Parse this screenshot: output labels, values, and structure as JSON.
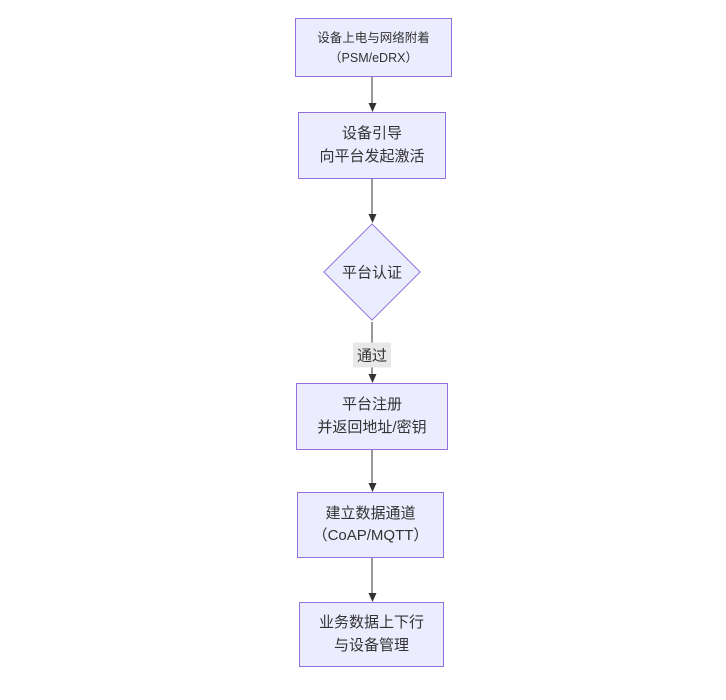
{
  "diagram": {
    "type": "flowchart",
    "direction": "top-down",
    "theme": {
      "background": "#ffffff",
      "node_fill": "#ECECFF",
      "node_border": "#9370DB",
      "edge_color": "#333333",
      "text_color": "#333333",
      "edge_label_bg": "#e8e8e8"
    },
    "nodes": [
      {
        "id": "power-on-attach",
        "shape": "rectangle",
        "lines": [
          "设备上电与网络附着",
          "（PSM/eDRX）"
        ]
      },
      {
        "id": "bootstrap-activate",
        "shape": "rectangle",
        "lines": [
          "设备引导",
          "向平台发起激活"
        ]
      },
      {
        "id": "platform-auth",
        "shape": "diamond",
        "lines": [
          "平台认证"
        ]
      },
      {
        "id": "platform-register",
        "shape": "rectangle",
        "lines": [
          "平台注册",
          "并返回地址/密钥"
        ]
      },
      {
        "id": "data-channel",
        "shape": "rectangle",
        "lines": [
          "建立数据通道",
          "（CoAP/MQTT）"
        ]
      },
      {
        "id": "business-data",
        "shape": "rectangle",
        "lines": [
          "业务数据上下行",
          "与设备管理"
        ]
      }
    ],
    "edges": [
      {
        "from": "power-on-attach",
        "to": "bootstrap-activate",
        "label": ""
      },
      {
        "from": "bootstrap-activate",
        "to": "platform-auth",
        "label": ""
      },
      {
        "from": "platform-auth",
        "to": "platform-register",
        "label": "通过"
      },
      {
        "from": "platform-register",
        "to": "data-channel",
        "label": ""
      },
      {
        "from": "data-channel",
        "to": "business-data",
        "label": ""
      }
    ]
  }
}
